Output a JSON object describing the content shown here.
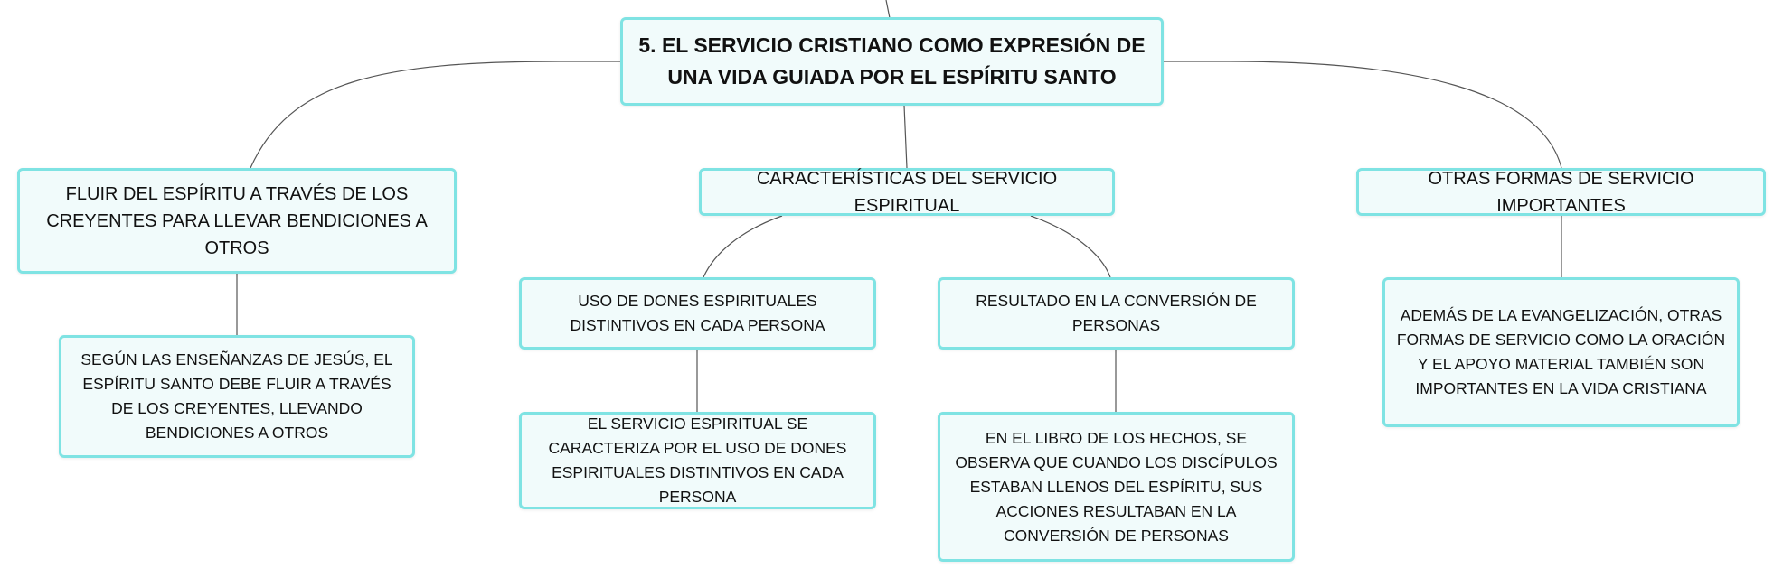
{
  "diagram": {
    "root": {
      "label": "5. EL SERVICIO CRISTIANO COMO EXPRESIÓN DE UNA VIDA GUIADA POR EL ESPÍRITU SANTO"
    },
    "branches": [
      {
        "label": "FLUIR DEL ESPÍRITU A TRAVÉS DE LOS CREYENTES PARA LLEVAR BENDICIONES A OTROS",
        "children": [
          {
            "label": "SEGÚN LAS ENSEÑANZAS DE JESÚS, EL ESPÍRITU SANTO DEBE FLUIR A TRAVÉS DE LOS CREYENTES, LLEVANDO BENDICIONES A OTROS"
          }
        ]
      },
      {
        "label": "CARACTERÍSTICAS DEL SERVICIO ESPIRITUAL",
        "children": [
          {
            "label": "USO DE DONES ESPIRITUALES DISTINTIVOS EN CADA PERSONA",
            "children": [
              {
                "label": "EL SERVICIO ESPIRITUAL SE CARACTERIZA POR EL USO DE DONES ESPIRITUALES DISTINTIVOS EN CADA PERSONA"
              }
            ]
          },
          {
            "label": "RESULTADO EN LA CONVERSIÓN DE PERSONAS",
            "children": [
              {
                "label": "EN EL LIBRO DE LOS HECHOS, SE OBSERVA QUE CUANDO LOS DISCÍPULOS ESTABAN LLENOS DEL ESPÍRITU, SUS ACCIONES RESULTABAN EN LA CONVERSIÓN DE PERSONAS"
              }
            ]
          }
        ]
      },
      {
        "label": "OTRAS FORMAS DE SERVICIO IMPORTANTES",
        "children": [
          {
            "label": "ADEMÁS DE LA EVANGELIZACIÓN, OTRAS FORMAS DE SERVICIO COMO LA ORACIÓN Y EL APOYO MATERIAL TAMBIÉN SON IMPORTANTES EN LA VIDA CRISTIANA"
          }
        ]
      }
    ]
  },
  "colors": {
    "node_border": "#7fe3e3",
    "node_fill": "#f1fbfb",
    "connector": "#555555",
    "text": "#111111"
  }
}
